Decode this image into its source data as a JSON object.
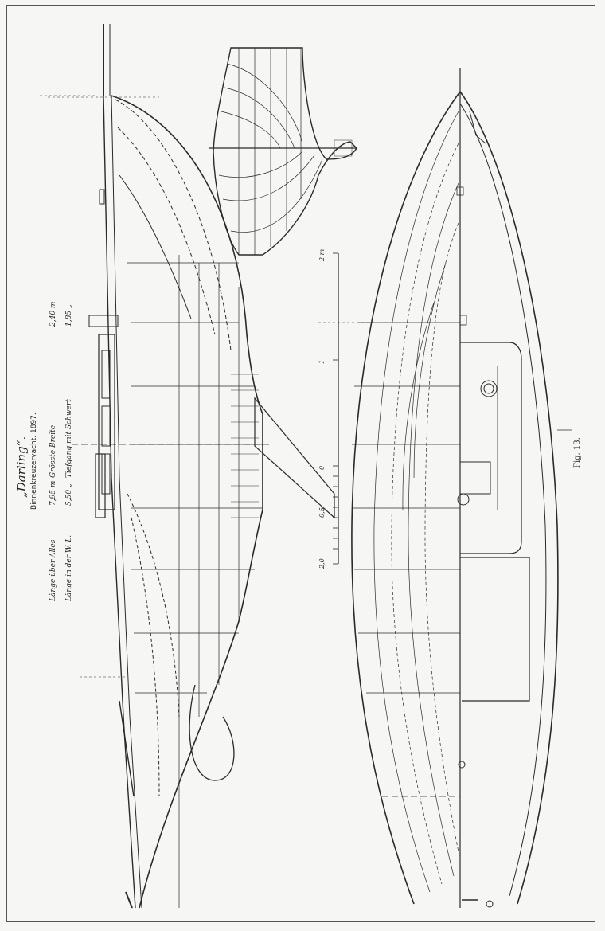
{
  "title": "„Darling“.",
  "subtitle": "Binnenkreuzeryacht. 1897.",
  "specs": {
    "length_overall_label": "Länge über Alles",
    "length_overall_value": "7,95 m",
    "length_wl_label": "Länge in der W. L.",
    "length_wl_value": "5,50 „",
    "beam_label": "Grösste Breite",
    "beam_value": "2,40 m",
    "draft_label": "Tiefgang mit Schwert",
    "draft_value": "1,85 „"
  },
  "scale": {
    "labels": [
      "2,0",
      "0,5",
      "0",
      "1",
      "2 m"
    ]
  },
  "figure_label": "Fig. 13.",
  "colors": {
    "ink": "#2a2a2a",
    "paper": "#f6f6f4"
  }
}
